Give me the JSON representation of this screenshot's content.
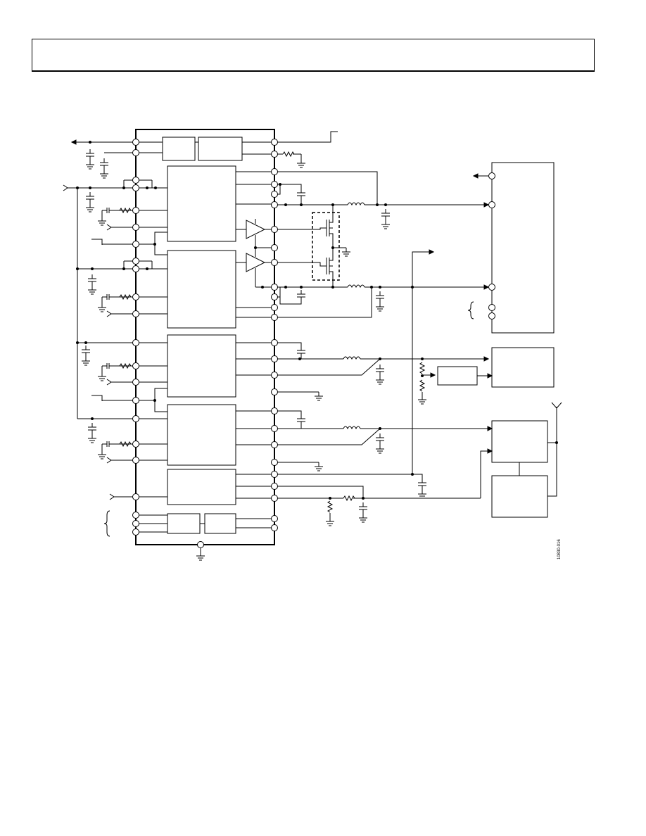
{
  "page": {
    "header_text": "",
    "figure_id": "10830-016"
  },
  "colors": {
    "line": "#000000",
    "background": "#ffffff"
  },
  "diagram": {
    "type": "application-circuit-schematic",
    "components": [
      "ic-package",
      "internal-blocks",
      "pin-circles",
      "capacitors",
      "resistors",
      "inductors",
      "mosfet-pair",
      "buffer-amplifiers",
      "ground-symbols",
      "external-blocks",
      "antenna"
    ]
  }
}
